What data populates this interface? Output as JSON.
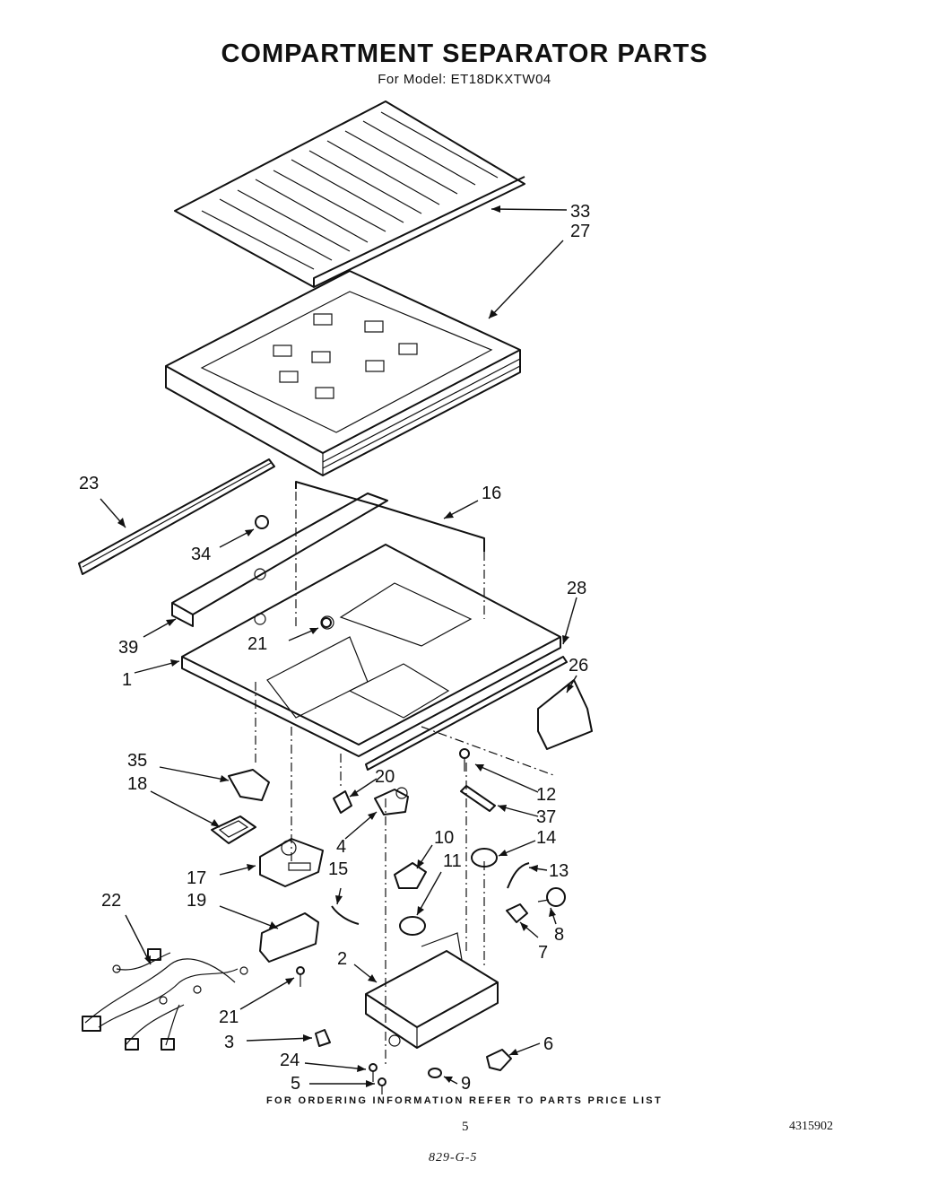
{
  "header": {
    "title": "COMPARTMENT SEPARATOR PARTS",
    "subtitle": "For Model: ET18DKXTW04"
  },
  "callouts": [
    "33",
    "27",
    "23",
    "16",
    "34",
    "28",
    "39",
    "26",
    "1",
    "21",
    "35",
    "20",
    "12",
    "18",
    "37",
    "4",
    "10",
    "14",
    "11",
    "13",
    "15",
    "17",
    "22",
    "19",
    "8",
    "7",
    "2",
    "21",
    "6",
    "3",
    "24",
    "9",
    "5"
  ],
  "footer": {
    "ordering_note": "FOR ORDERING INFORMATION REFER TO PARTS PRICE LIST",
    "page_number": "5",
    "document_number": "4315902",
    "handwritten_note": "829-G-5"
  }
}
